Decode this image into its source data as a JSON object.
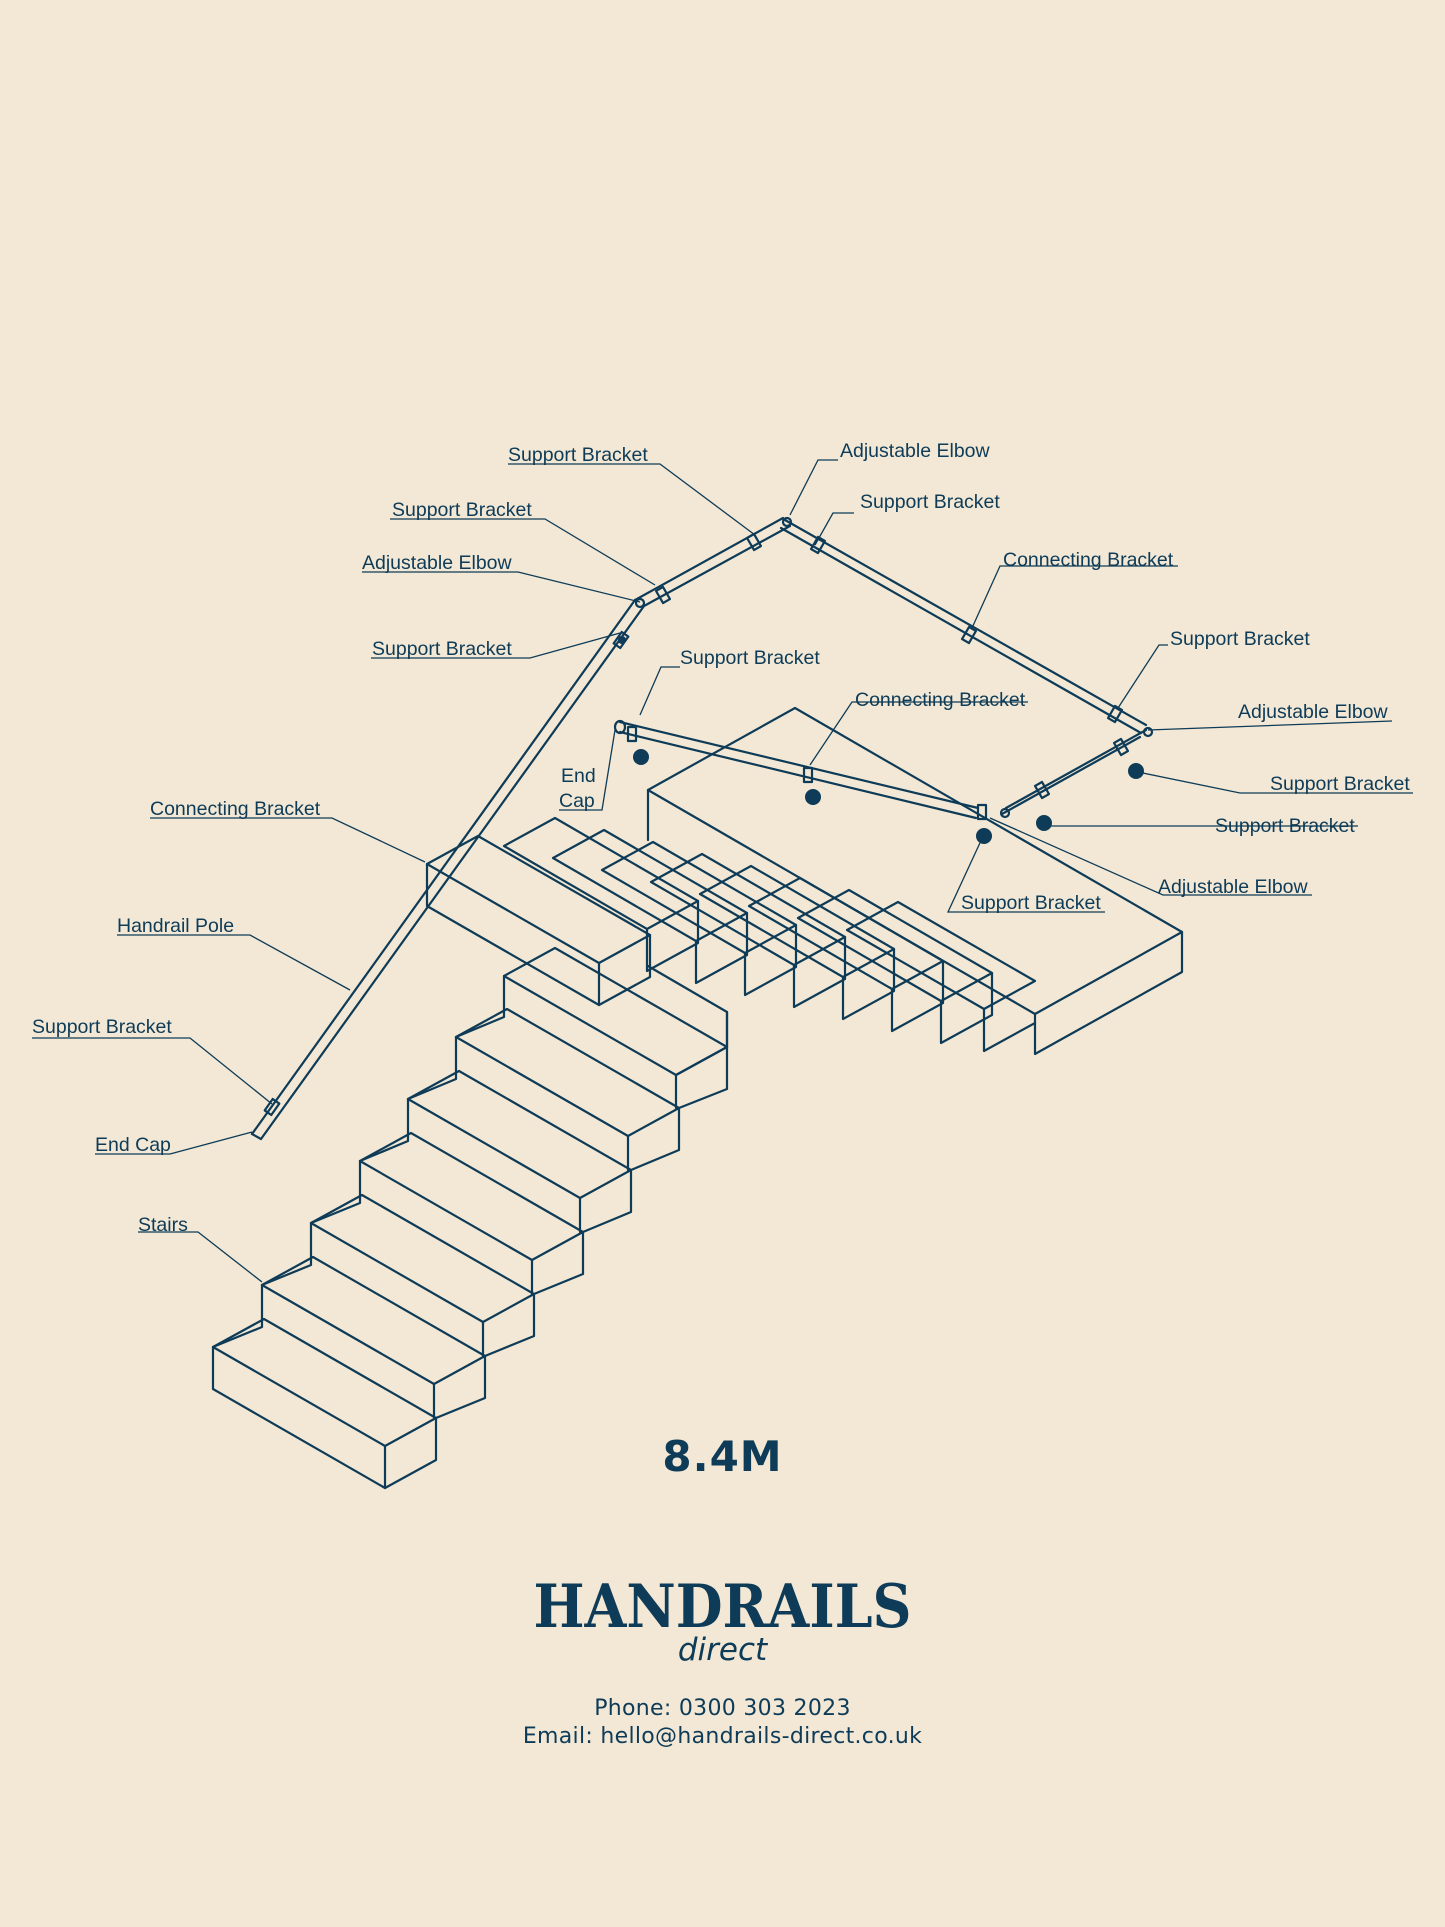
{
  "diagram": {
    "callouts": {
      "support_bracket_top_a": "Support Bracket",
      "adjustable_elbow_top": "Adjustable Elbow",
      "support_bracket_top_b": "Support Bracket",
      "support_bracket_left_a": "Support Bracket",
      "connecting_bracket_top": "Connecting Bracket",
      "adjustable_elbow_left": "Adjustable Elbow",
      "support_bracket_left_b": "Support Bracket",
      "support_bracket_right_a": "Support Bracket",
      "support_bracket_mid": "Support Bracket",
      "connecting_bracket_mid": "Connecting Bracket",
      "adjustable_elbow_right": "Adjustable Elbow",
      "end_cap_top_line1": "End",
      "end_cap_top_line2": "Cap",
      "support_bracket_right_b": "Support Bracket",
      "connecting_bracket_left": "Connecting Bracket",
      "support_bracket_right_c": "Support Bracket",
      "adjustable_elbow_bottom": "Adjustable Elbow",
      "support_bracket_bottom": "Support Bracket",
      "handrail_pole": "Handrail Pole",
      "support_bracket_lower_left": "Support Bracket",
      "end_cap_bottom": "End Cap",
      "stairs": "Stairs"
    }
  },
  "measurement": "8.4M",
  "brand": {
    "name": "HANDRAILS",
    "tagline": "direct"
  },
  "contact": {
    "phone": "Phone: 0300 303 2023",
    "email": "Email: hello@handrails-direct.co.uk"
  },
  "colors": {
    "background": "#f2e8d5",
    "ink": "#0e3b57"
  }
}
